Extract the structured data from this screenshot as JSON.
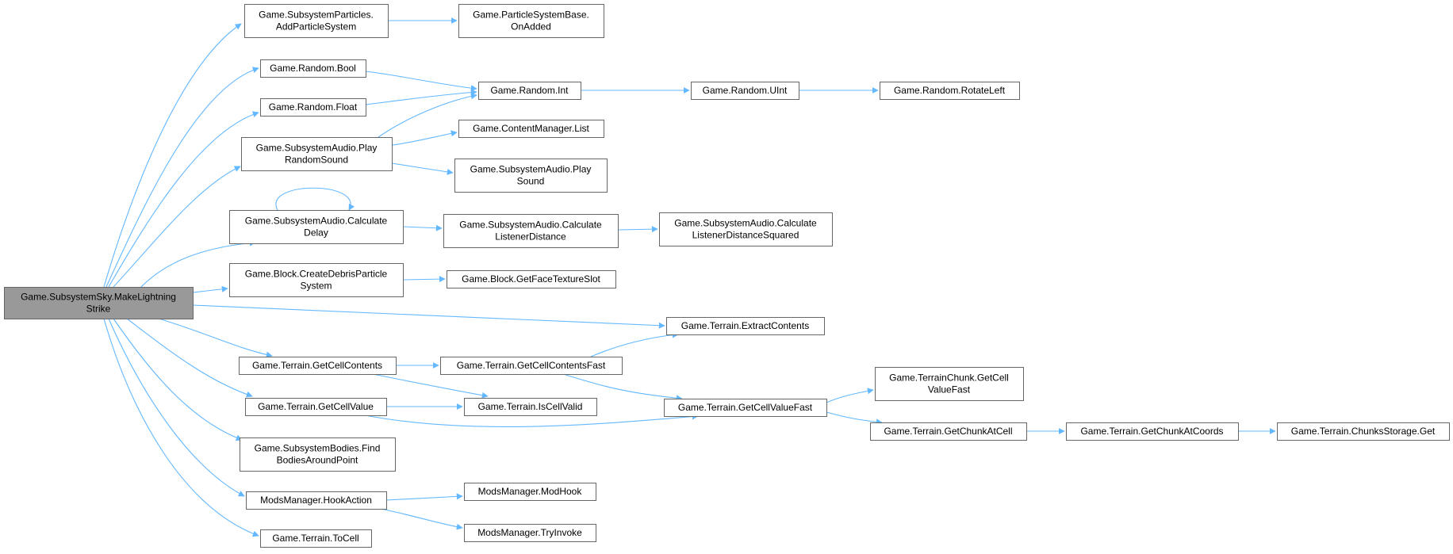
{
  "colors": {
    "edge": "#63b8ff",
    "node_border": "#666666",
    "root_fill": "#999999",
    "node_fill": "#ffffff"
  },
  "nodes": {
    "n0": [
      "Game.SubsystemSky.MakeLightning",
      "Strike"
    ],
    "n1": [
      "Game.SubsystemParticles.",
      "AddParticleSystem"
    ],
    "n2": [
      "Game.ParticleSystemBase.",
      "OnAdded"
    ],
    "n3": [
      "Game.Random.Bool"
    ],
    "n4": [
      "Game.Random.Int"
    ],
    "n5": [
      "Game.Random.UInt"
    ],
    "n6": [
      "Game.Random.RotateLeft"
    ],
    "n7": [
      "Game.Random.Float"
    ],
    "n8": [
      "Game.SubsystemAudio.Play",
      "RandomSound"
    ],
    "n9": [
      "Game.ContentManager.List"
    ],
    "n10": [
      "Game.SubsystemAudio.Play",
      "Sound"
    ],
    "n11": [
      "Game.SubsystemAudio.Calculate",
      "Delay"
    ],
    "n12": [
      "Game.SubsystemAudio.Calculate",
      "ListenerDistance"
    ],
    "n13": [
      "Game.SubsystemAudio.Calculate",
      "ListenerDistanceSquared"
    ],
    "n14": [
      "Game.Block.CreateDebrisParticle",
      "System"
    ],
    "n15": [
      "Game.Block.GetFaceTextureSlot"
    ],
    "n16": [
      "Game.Terrain.ExtractContents"
    ],
    "n17": [
      "Game.Terrain.GetCellContents"
    ],
    "n18": [
      "Game.Terrain.GetCellContentsFast"
    ],
    "n19": [
      "Game.Terrain.GetCellValue"
    ],
    "n20": [
      "Game.Terrain.IsCellValid"
    ],
    "n21": [
      "Game.Terrain.GetCellValueFast"
    ],
    "n22": [
      "Game.TerrainChunk.GetCell",
      "ValueFast"
    ],
    "n23": [
      "Game.Terrain.GetChunkAtCell"
    ],
    "n24": [
      "Game.Terrain.GetChunkAtCoords"
    ],
    "n25": [
      "Game.Terrain.ChunksStorage.Get"
    ],
    "n26": [
      "Game.SubsystemBodies.Find",
      "BodiesAroundPoint"
    ],
    "n27": [
      "ModsManager.HookAction"
    ],
    "n28": [
      "ModsManager.ModHook"
    ],
    "n29": [
      "ModsManager.TryInvoke"
    ],
    "n30": [
      "Game.Terrain.ToCell"
    ]
  }
}
